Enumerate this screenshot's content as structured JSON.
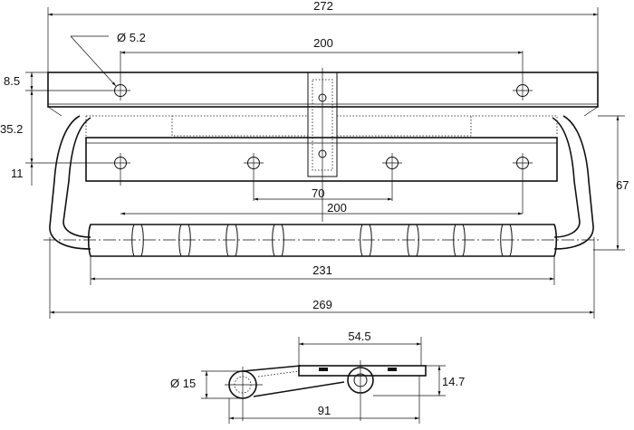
{
  "dimensions": {
    "overall_width": "272",
    "hole_diameter": "Ø 5.2",
    "top_hole_spacing": "200",
    "top_offset": "8.5",
    "plate_height": "35.2",
    "lower_offset": "11",
    "inner_hole_spacing": "70",
    "lower_hole_spacing": "200",
    "total_height": "67",
    "grip_length": "231",
    "base_width": "269",
    "side_width": "54.5",
    "grip_diameter": "Ø 15",
    "side_height": "14.7",
    "side_length": "91"
  }
}
